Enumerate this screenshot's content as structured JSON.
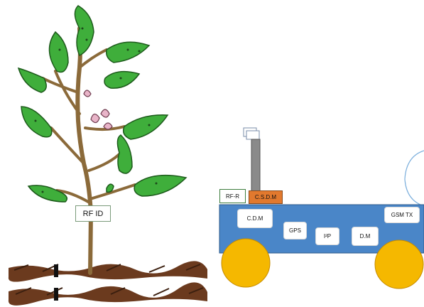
{
  "labels": {
    "rf_id": "RF ID",
    "rf_r": "RF-R",
    "csdm": "C.S.D.M",
    "cdm": "C.D.M",
    "gps": "GPS",
    "ip": "I²P",
    "dm": "D.M",
    "gsm_tx": "GSM TX"
  },
  "colors": {
    "robot_body": "#4a86c8",
    "wheels": "#f5b800",
    "csdm_box": "#e2792e",
    "mast": "#8a8a8a",
    "leaf": "#3fae3b",
    "stem": "#8b6a3a",
    "soil": "#6b3a1e",
    "flower": "#e8b4c8"
  }
}
